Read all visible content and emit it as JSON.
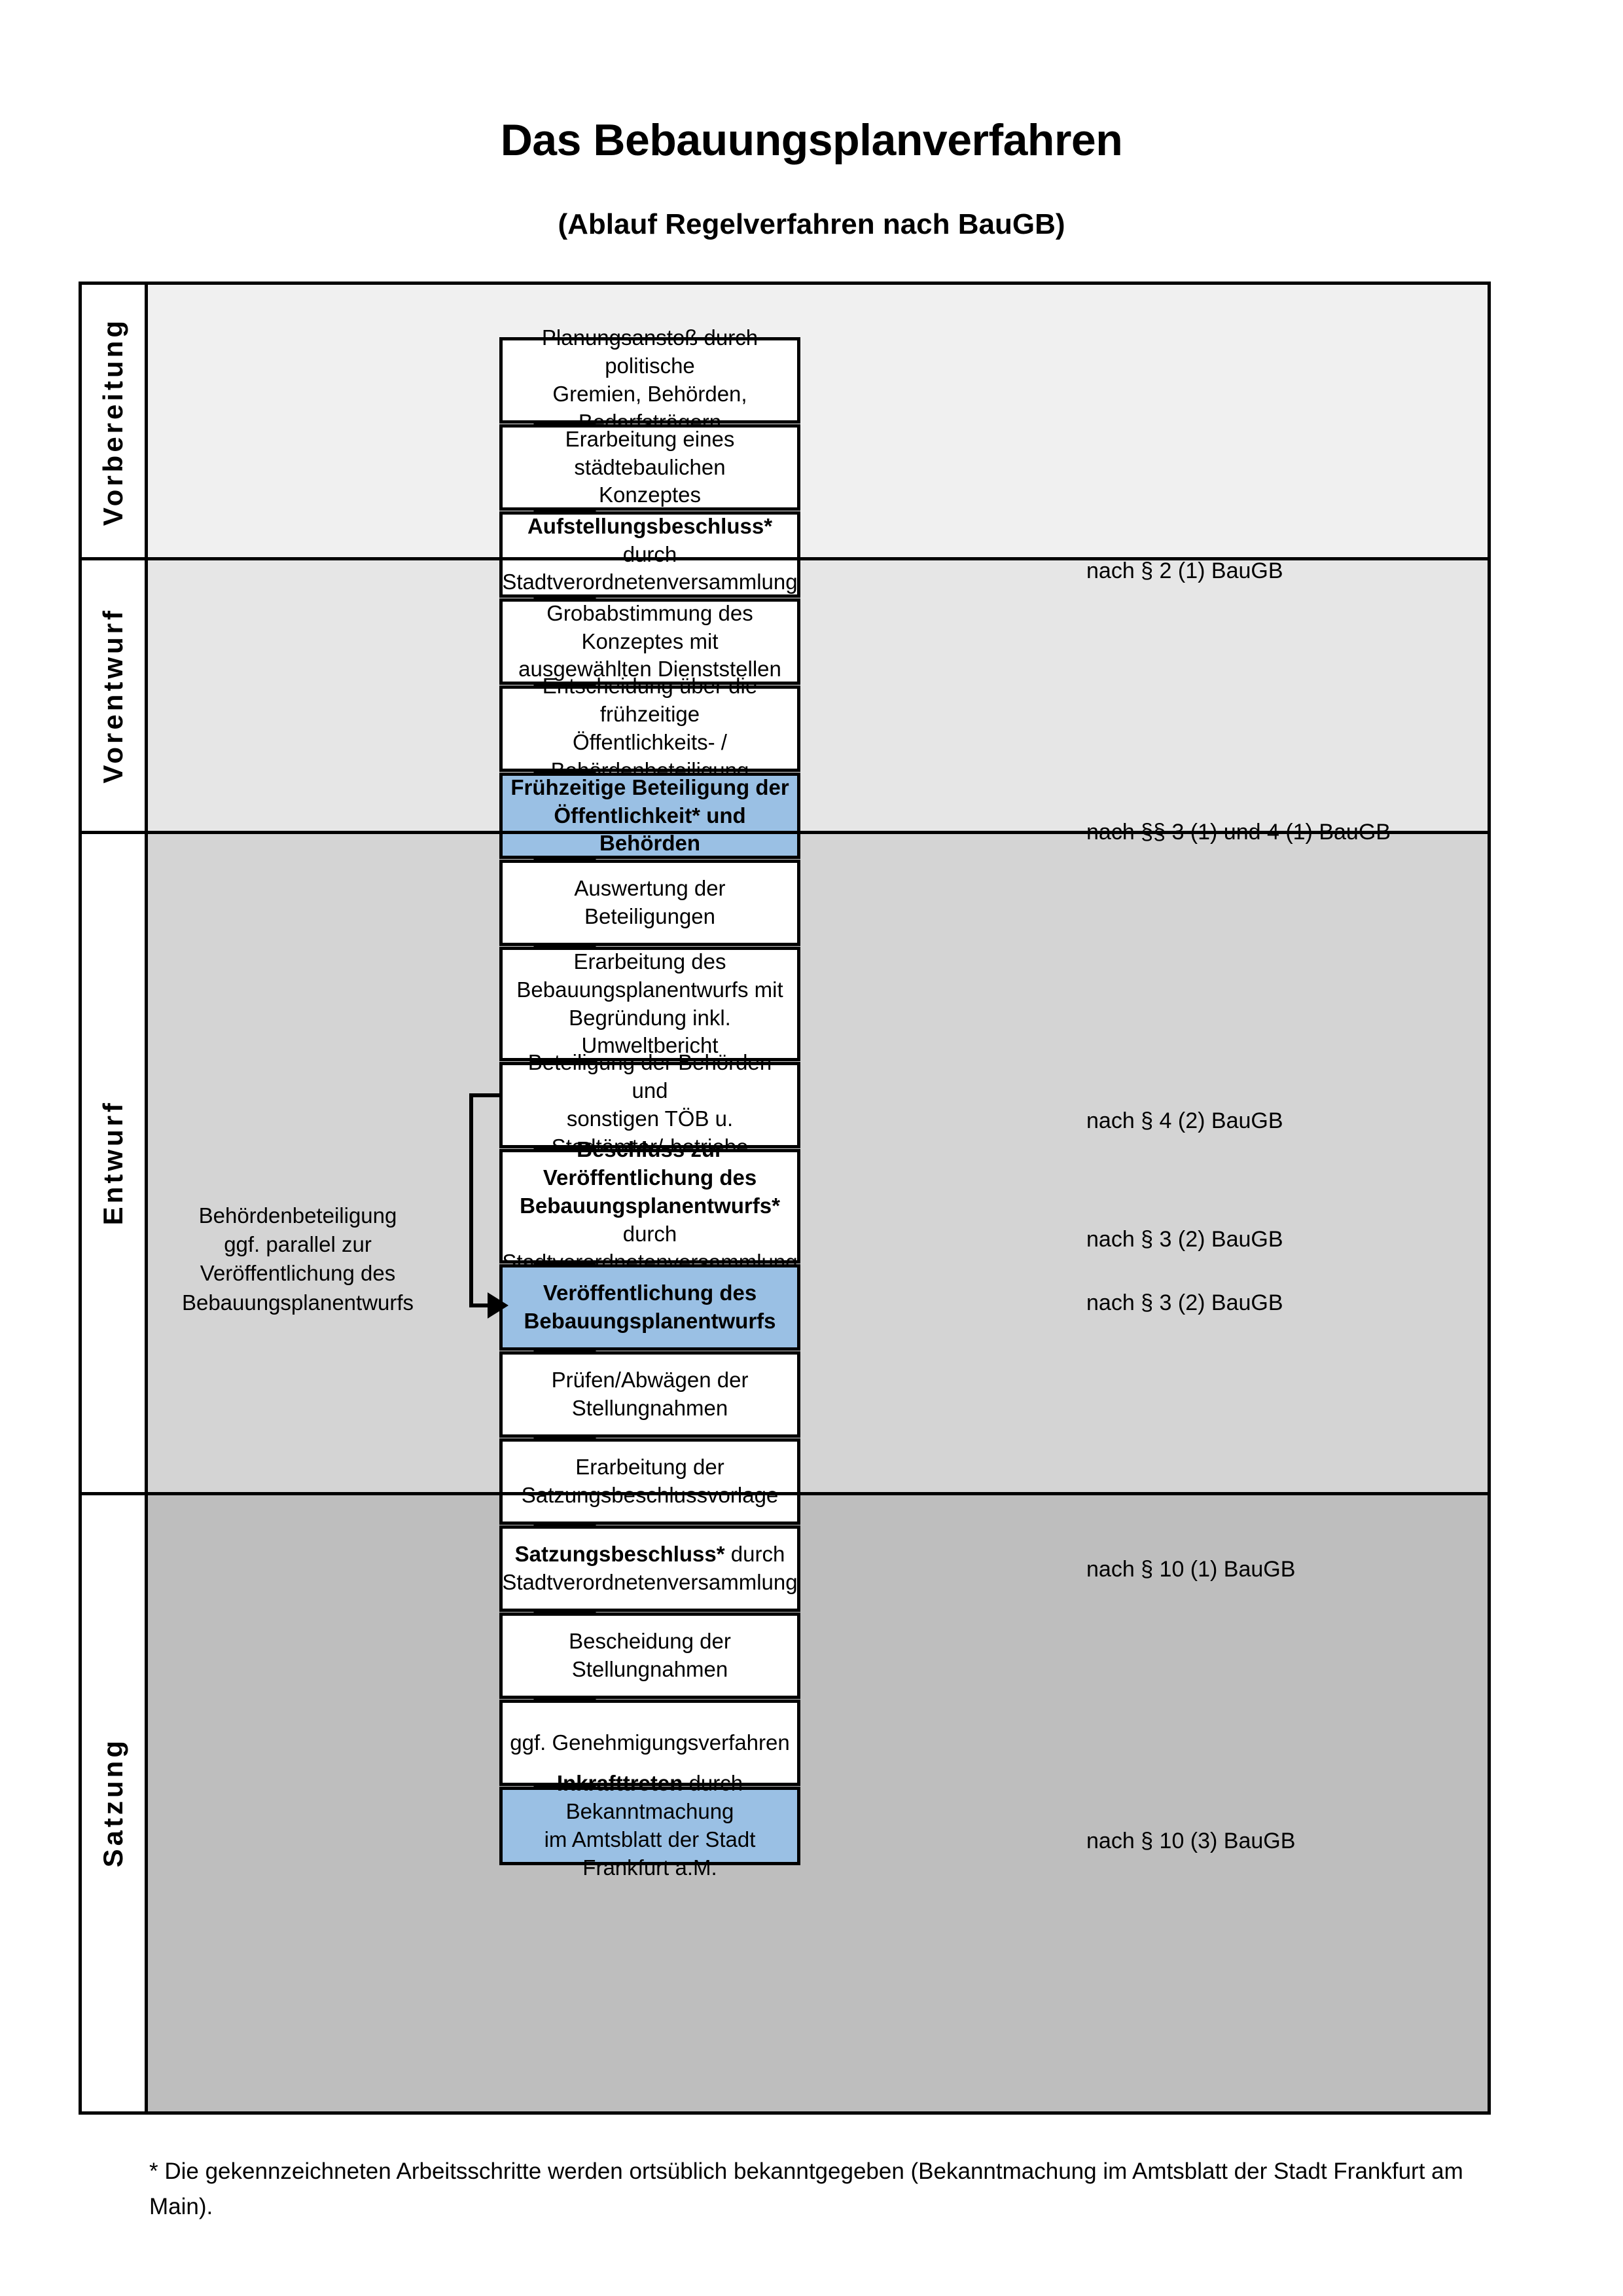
{
  "header": {
    "title": "Das Bebauungsplanverfahren",
    "subtitle": "(Ablauf Regelverfahren nach BauGB)"
  },
  "lanes": [
    {
      "id": "vorbereitung",
      "label": "Vorbereitung"
    },
    {
      "id": "vorentwurf",
      "label": "Vorentwurf"
    },
    {
      "id": "entwurf",
      "label": "Entwurf"
    },
    {
      "id": "satzung",
      "label": "Satzung"
    }
  ],
  "nodes": [
    {
      "id": "n1",
      "lane": "vorbereitung",
      "style": "plain",
      "lines": [
        "Planungsanstoß durch politische",
        "Gremien, Behörden, Bedarfsträgern"
      ]
    },
    {
      "id": "n2",
      "lane": "vorbereitung",
      "style": "plain",
      "lines": [
        "Erarbeitung eines städtebaulichen",
        "Konzeptes"
      ]
    },
    {
      "id": "n3",
      "lane": "vorbereitung",
      "style": "mixed",
      "bold": "Aufstellungsbeschluss*",
      "rest": " durch",
      "lines2": [
        "Stadtverordnetenversammlung"
      ]
    },
    {
      "id": "n4",
      "lane": "vorentwurf",
      "style": "plain",
      "lines": [
        "Grobabstimmung des Konzeptes mit",
        "ausgewählten Dienststellen"
      ]
    },
    {
      "id": "n5",
      "lane": "vorentwurf",
      "style": "plain",
      "lines": [
        "Entscheidung über die frühzeitige",
        "Öffentlichkeits- / Behördenbeteiligung"
      ]
    },
    {
      "id": "n6",
      "lane": "vorentwurf",
      "style": "blue-bold",
      "lines": [
        "Frühzeitige Beteiligung der",
        "Öffentlichkeit* und Behörden"
      ]
    },
    {
      "id": "n7",
      "lane": "entwurf",
      "style": "plain",
      "lines": [
        "Auswertung der Beteiligungen"
      ]
    },
    {
      "id": "n8",
      "lane": "entwurf",
      "style": "plain",
      "lines": [
        "Erarbeitung des",
        "Bebauungsplanentwurfs mit",
        "Begründung inkl. Umweltbericht"
      ]
    },
    {
      "id": "n9",
      "lane": "entwurf",
      "style": "plain",
      "lines": [
        "Beteiligung der Behörden und",
        "sonstigen TÖB u. Stadtämter/-betriebe"
      ]
    },
    {
      "id": "n10",
      "lane": "entwurf",
      "style": "mixed2",
      "boldline1": "Beschluss zur Veröffentlichung des",
      "bold2": "Bebauungsplanentwurfs*",
      "rest2": " durch",
      "line3": "Stadtverordnetenversammlung"
    },
    {
      "id": "n11",
      "lane": "entwurf",
      "style": "blue-bold",
      "lines": [
        "Veröffentlichung des",
        "Bebauungsplanentwurfs"
      ]
    },
    {
      "id": "n12",
      "lane": "satzung",
      "style": "plain",
      "lines": [
        "Prüfen/Abwägen der Stellungnahmen"
      ]
    },
    {
      "id": "n13",
      "lane": "satzung",
      "style": "plain",
      "lines": [
        "Erarbeitung der",
        "Satzungsbeschlussvorlage"
      ]
    },
    {
      "id": "n14",
      "lane": "satzung",
      "style": "mixed",
      "bold": "Satzungsbeschluss*",
      "rest": " durch",
      "lines2": [
        "Stadtverordnetenversammlung"
      ]
    },
    {
      "id": "n15",
      "lane": "satzung",
      "style": "plain",
      "lines": [
        "Bescheidung der Stellungnahmen"
      ]
    },
    {
      "id": "n16",
      "lane": "satzung",
      "style": "plain",
      "lines": [
        "ggf. Genehmigungsverfahren"
      ]
    },
    {
      "id": "n17",
      "lane": "satzung",
      "style": "blue-mixed",
      "bold": "Inkrafttreten",
      "rest": " durch Bekanntmachung",
      "line2": "im Amtsblatt der Stadt Frankfurt a.M."
    }
  ],
  "annotations": [
    {
      "id": "a1",
      "text": "nach § 2 (1) BauGB"
    },
    {
      "id": "a2",
      "text": "nach §§ 3 (1) und 4 (1) BauGB"
    },
    {
      "id": "a3",
      "text": "nach § 4 (2) BauGB"
    },
    {
      "id": "a4",
      "text": "nach § 3 (2) BauGB"
    },
    {
      "id": "a5",
      "text": "nach § 3 (2) BauGB"
    },
    {
      "id": "a6",
      "text": "nach § 10 (1) BauGB"
    },
    {
      "id": "a7",
      "text": "nach § 10 (3) BauGB"
    }
  ],
  "sidenote": {
    "line1": "Behördenbeteiligung",
    "line2": "ggf. parallel zur",
    "line3": "Veröffentlichung des",
    "line4": "Bebauungsplanentwurfs"
  },
  "footnote": {
    "text": "* Die gekennzeichneten Arbeitsschritte werden ortsüblich bekanntgegeben (Bekanntmachung im Amtsblatt  der Stadt Frankfurt am Main)."
  },
  "colors": {
    "highlight_blue": "#9ac0e4",
    "lane_vorbereitung": "#f0f0f0",
    "lane_vorentwurf": "#e6e6e6",
    "lane_entwurf": "#d4d4d4",
    "lane_satzung": "#bebebe",
    "border": "#000000"
  }
}
